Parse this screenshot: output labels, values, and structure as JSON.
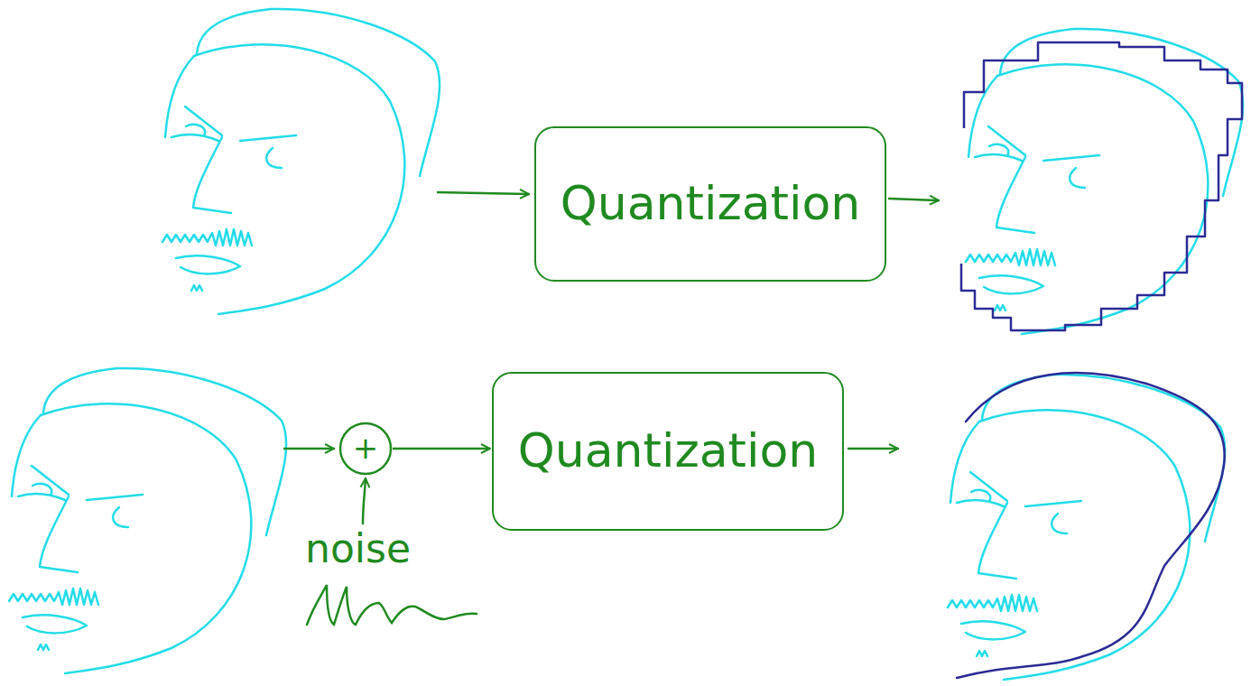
{
  "diagram": {
    "nodes": [
      {
        "text": [
          "Quantization"
        ]
      },
      {
        "text": [
          "+"
        ]
      },
      {
        "text": [
          "Quantization"
        ]
      }
    ],
    "edges": [
      {
        "from": 1,
        "to": 2,
        "arrow": "to"
      }
    ],
    "labels": [
      "noise"
    ]
  }
}
